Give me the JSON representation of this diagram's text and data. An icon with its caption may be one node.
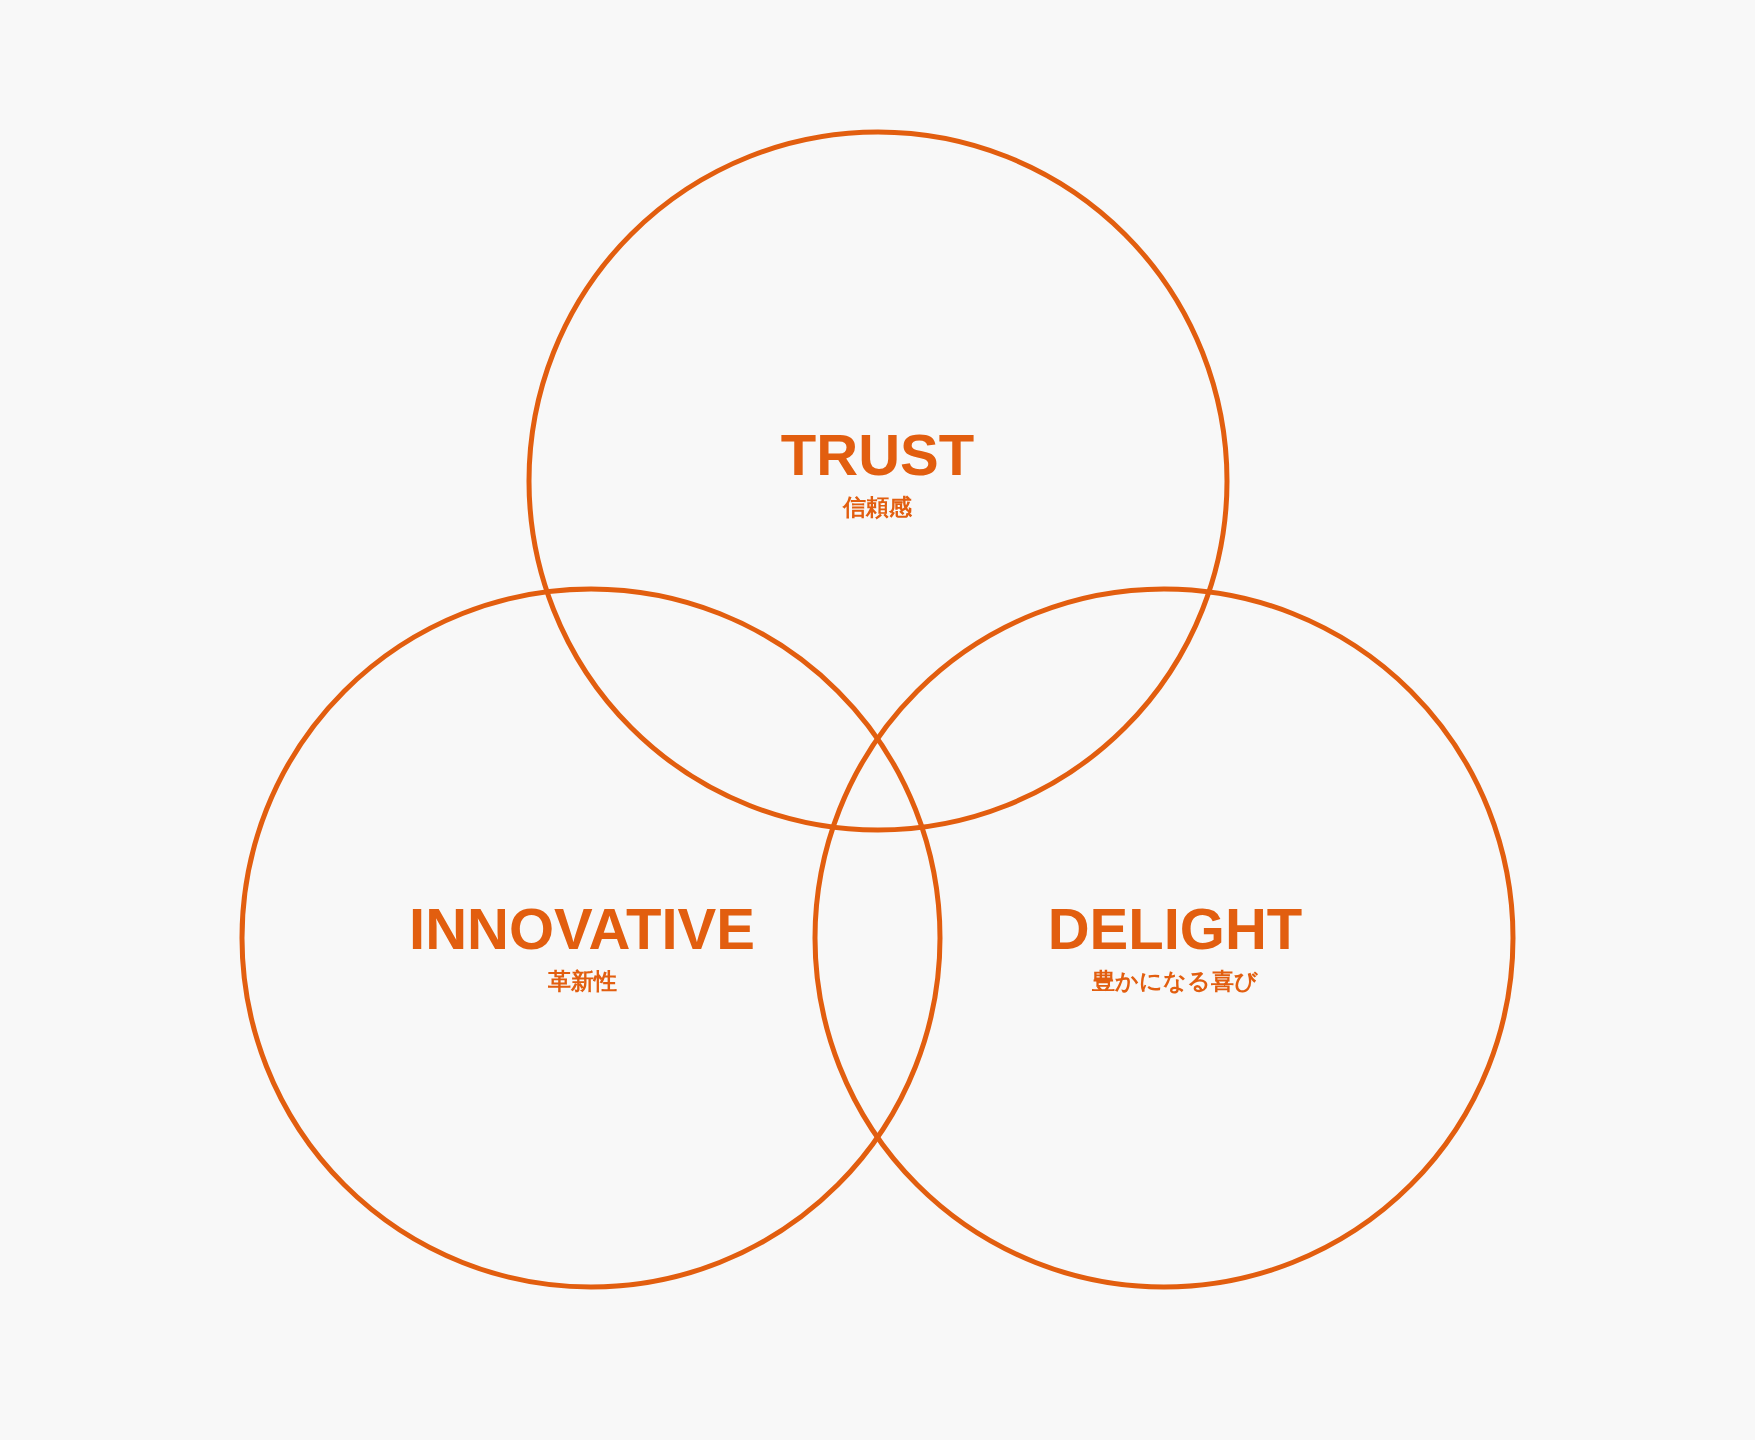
{
  "diagram": {
    "nodes": [
      {
        "text": [
          "TRUST",
          "信頼感"
        ]
      },
      {
        "text": [
          "INNOVATIVE",
          "革新性"
        ]
      },
      {
        "text": [
          "DELIGHT",
          "豊かになる喜び"
        ]
      }
    ]
  }
}
